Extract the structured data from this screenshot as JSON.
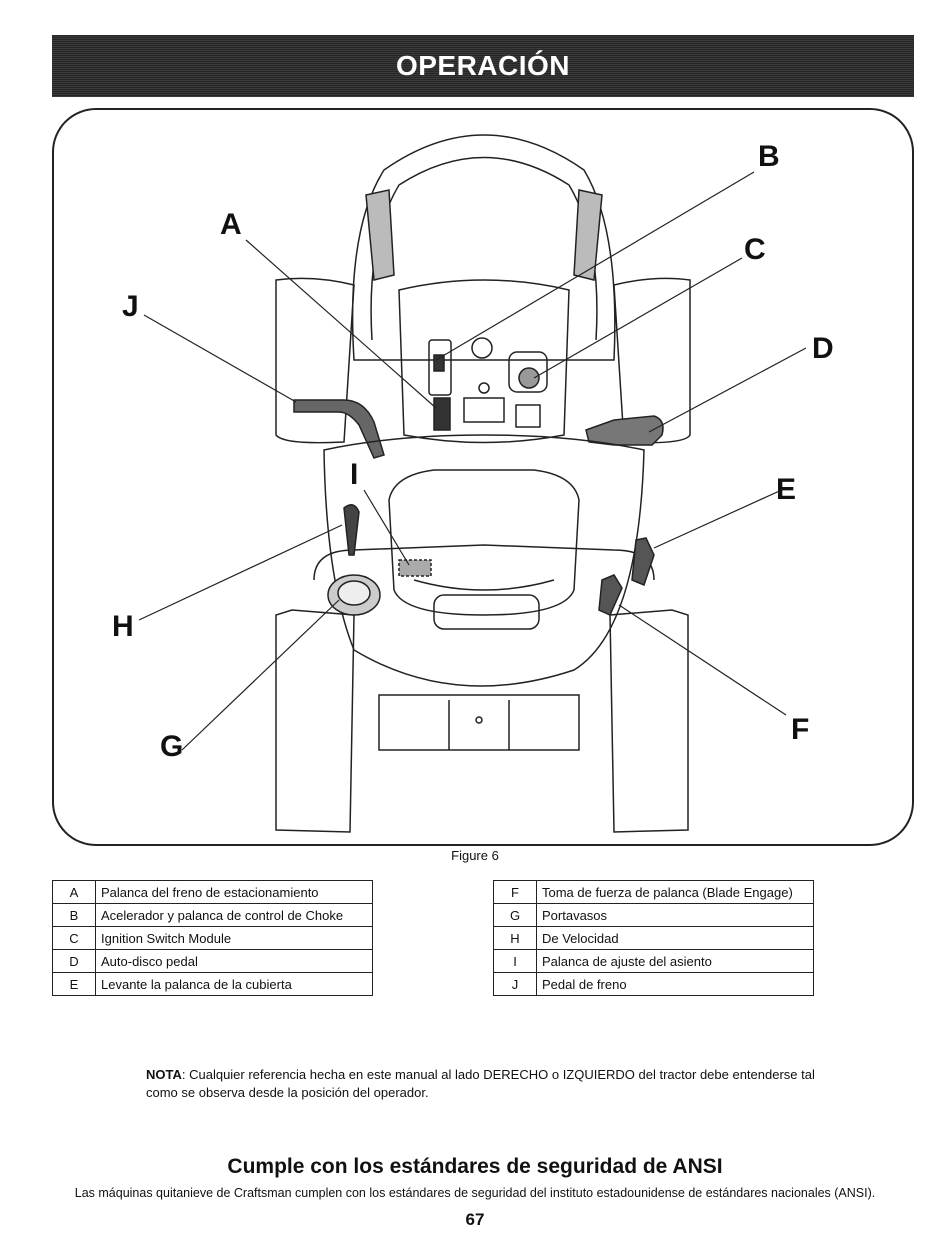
{
  "header": {
    "title": "OPERACIÓN"
  },
  "figure": {
    "caption": "Figure 6",
    "callouts": {
      "A": "A",
      "B": "B",
      "C": "C",
      "D": "D",
      "E": "E",
      "F": "F",
      "G": "G",
      "H": "H",
      "I": "I",
      "J": "J"
    }
  },
  "legend_left": [
    {
      "key": "A",
      "label": "Palanca del freno de estacionamiento"
    },
    {
      "key": "B",
      "label": "Acelerador y palanca de control de Choke"
    },
    {
      "key": "C",
      "label": "Ignition Switch Module"
    },
    {
      "key": "D",
      "label": "Auto-disco pedal"
    },
    {
      "key": "E",
      "label": "Levante la palanca de la cubierta"
    }
  ],
  "legend_right": [
    {
      "key": "F",
      "label": "Toma de fuerza de palanca (Blade Engage)"
    },
    {
      "key": "G",
      "label": "Portavasos"
    },
    {
      "key": "H",
      "label": "De Velocidad"
    },
    {
      "key": "I",
      "label": "Palanca de ajuste del asiento"
    },
    {
      "key": "J",
      "label": "Pedal de freno"
    }
  ],
  "note": {
    "label": "NOTA",
    "text": ": Cualquier referencia hecha en este manual al lado DERECHO o IZQUIERDO del tractor debe entenderse tal como se observa desde la posición del operador."
  },
  "section": {
    "title": "Cumple con los estándares de seguridad de ANSI",
    "text": "Las máquinas quitanieve de Craftsman cumplen con los estándares de seguridad del instituto estadounidense de estándares nacionales (ANSI)."
  },
  "page_number": "67"
}
